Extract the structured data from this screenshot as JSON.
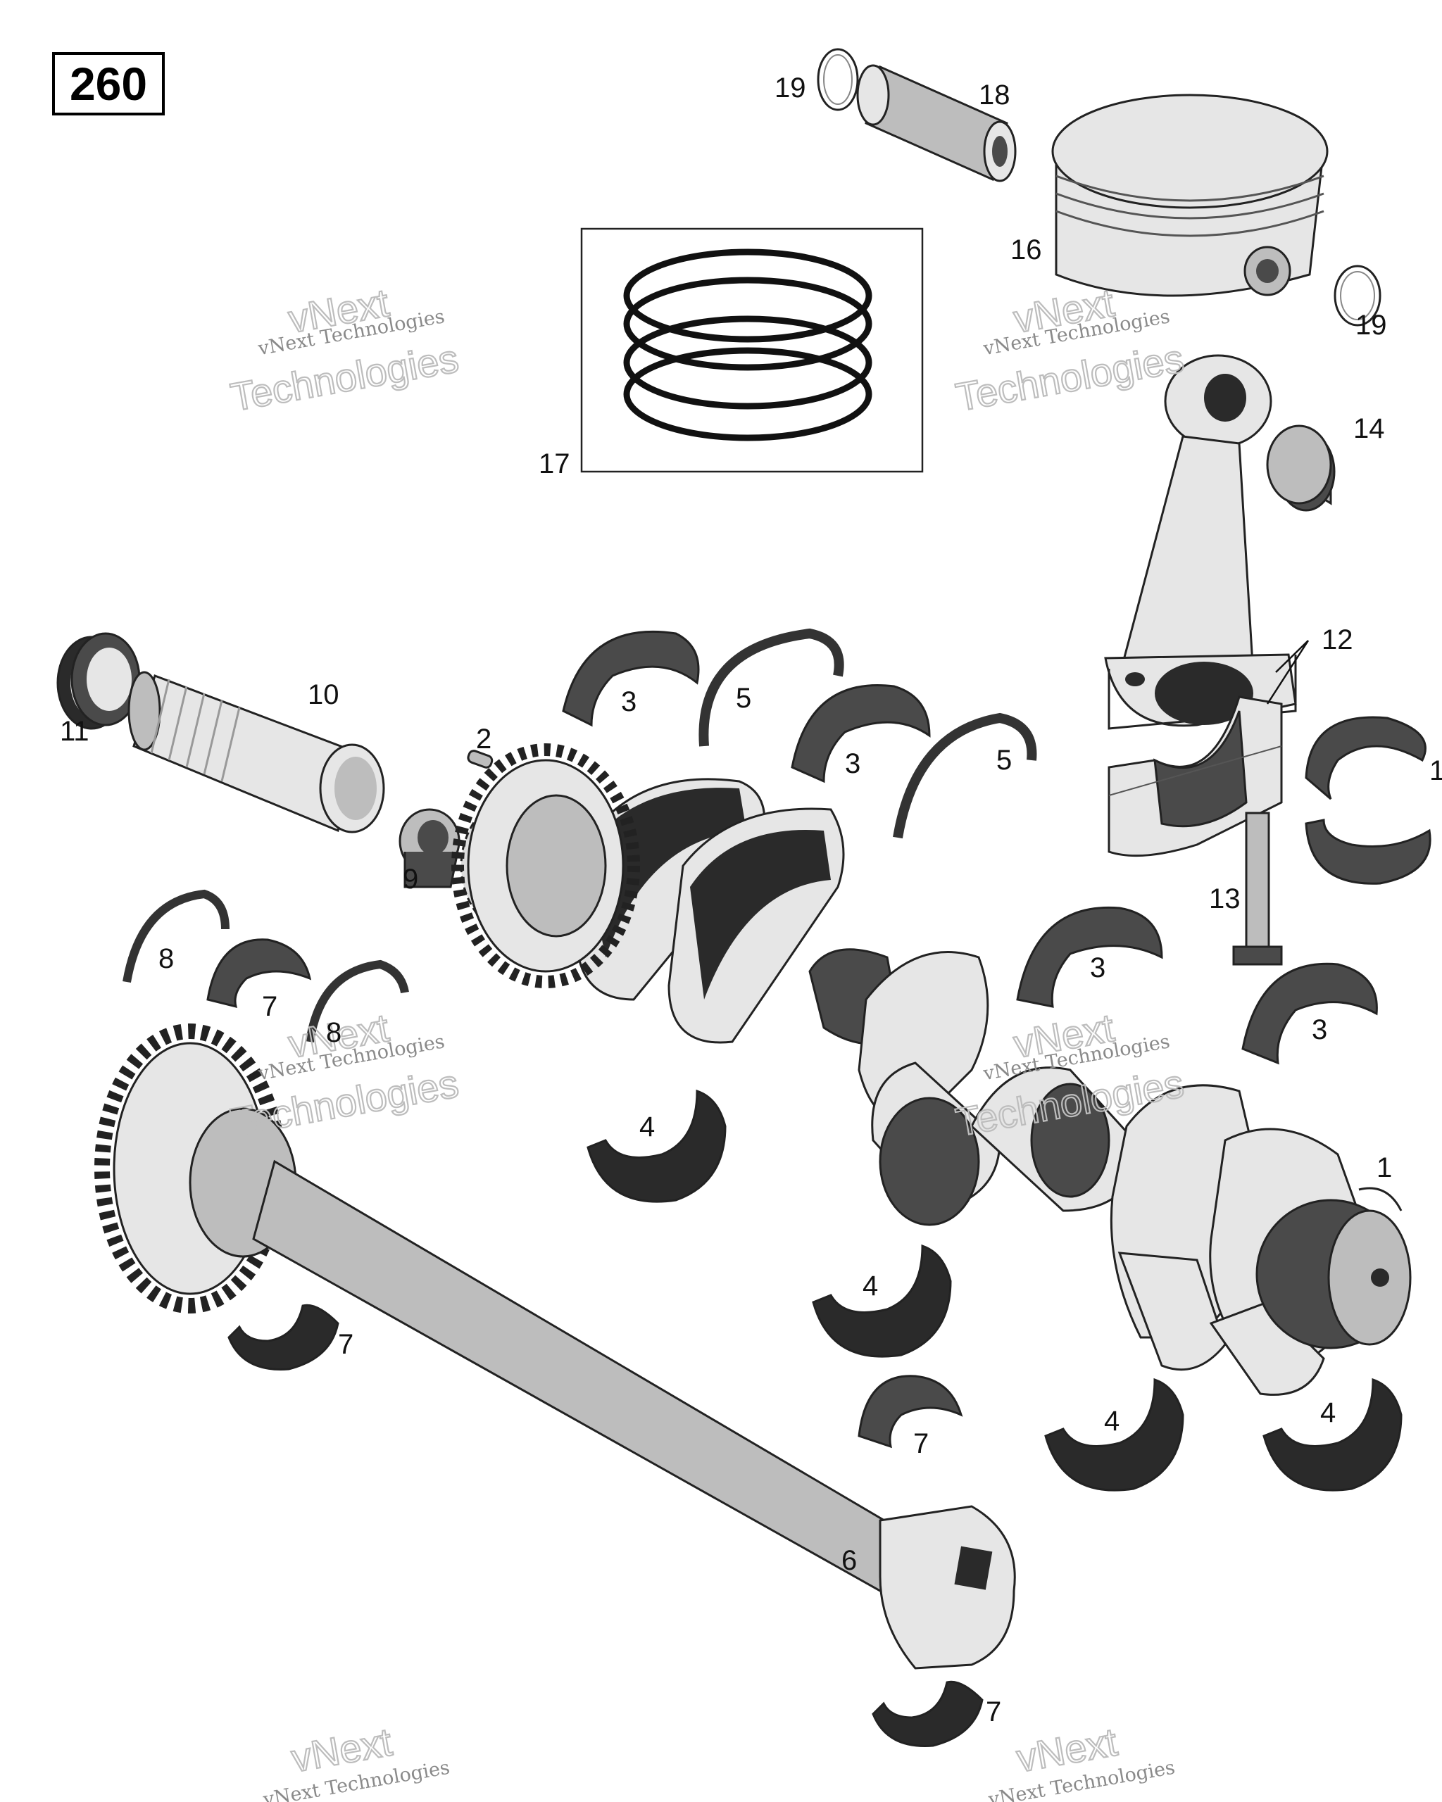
{
  "figure_number": "260",
  "watermark": {
    "line1": "vNext Technologies",
    "line2": "vNext",
    "line3": "Technologies"
  },
  "callouts": [
    {
      "id": "c19a",
      "label": "19"
    },
    {
      "id": "c18",
      "label": "18"
    },
    {
      "id": "c16",
      "label": "16"
    },
    {
      "id": "c19b",
      "label": "19"
    },
    {
      "id": "c17",
      "label": "17"
    },
    {
      "id": "c14",
      "label": "14"
    },
    {
      "id": "c12",
      "label": "12"
    },
    {
      "id": "c10",
      "label": "10"
    },
    {
      "id": "c11",
      "label": "11"
    },
    {
      "id": "c2",
      "label": "2"
    },
    {
      "id": "c9",
      "label": "9"
    },
    {
      "id": "c3a",
      "label": "3"
    },
    {
      "id": "c5a",
      "label": "5"
    },
    {
      "id": "c3b",
      "label": "3"
    },
    {
      "id": "c5b",
      "label": "5"
    },
    {
      "id": "c1a",
      "label": "1"
    },
    {
      "id": "c13",
      "label": "13"
    },
    {
      "id": "c8a",
      "label": "8"
    },
    {
      "id": "c7a",
      "label": "7"
    },
    {
      "id": "c8b",
      "label": "8"
    },
    {
      "id": "c3c",
      "label": "3"
    },
    {
      "id": "c3d",
      "label": "3"
    },
    {
      "id": "c4a",
      "label": "4"
    },
    {
      "id": "c1b",
      "label": "1"
    },
    {
      "id": "c4b",
      "label": "4"
    },
    {
      "id": "c7b",
      "label": "7"
    },
    {
      "id": "c7c",
      "label": "7"
    },
    {
      "id": "c4c",
      "label": "4"
    },
    {
      "id": "c4d",
      "label": "4"
    },
    {
      "id": "c6",
      "label": "6"
    },
    {
      "id": "c7d",
      "label": "7"
    }
  ]
}
